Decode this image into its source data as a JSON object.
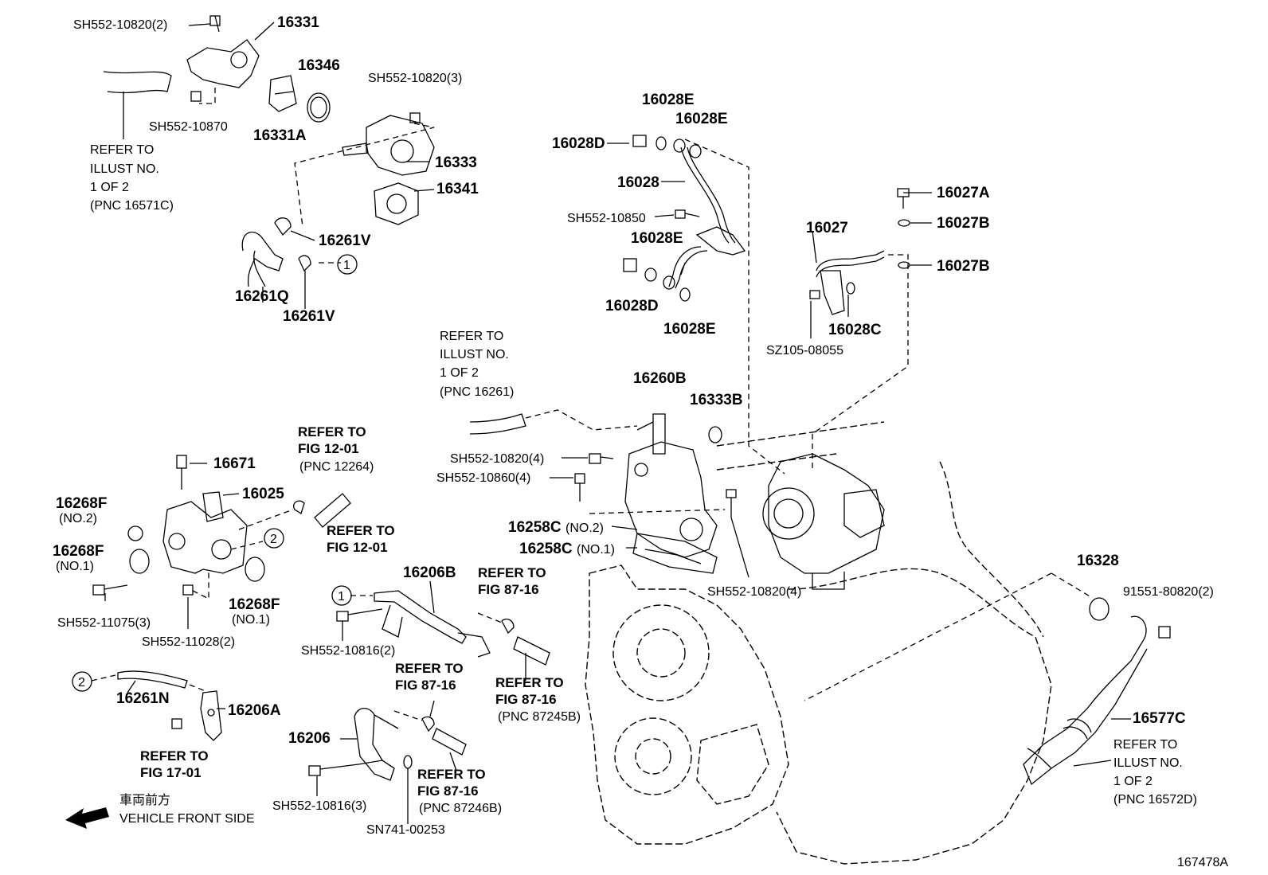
{
  "diagram_id": "167478A",
  "direction": {
    "jp": "車両前方",
    "en": "VEHICLE FRONT SIDE"
  },
  "part_labels": [
    "SH552-10820(2)",
    "16331",
    "16346",
    "SH552-10820(3)",
    "SH552-10870",
    "16331A",
    "16333",
    "16341",
    "16261V",
    "16261Q",
    "16261V",
    "16028E",
    "16028E",
    "16028D",
    "16028",
    "SH552-10850",
    "16028E",
    "16028D",
    "16028E",
    "16027A",
    "16027B",
    "16027",
    "16027B",
    "16028C",
    "SZ105-08055",
    "16260B",
    "16333B",
    "SH552-10820(4)",
    "SH552-10860(4)",
    "16258C",
    "(NO.2)",
    "16258C",
    "(NO.1)",
    "SH552-10820(4)",
    "16328",
    "91551-80820(2)",
    "16577C",
    "16671",
    "16025",
    "16268F",
    "(NO.2)",
    "16268F",
    "(NO.1)",
    "16268F",
    "(NO.1)",
    "SH552-11075(3)",
    "SH552-11028(2)",
    "16206B",
    "SH552-10816(2)",
    "16261N",
    "16206A",
    "16206",
    "SH552-10816(3)",
    "SN741-00253"
  ],
  "refer_notes": [
    [
      "REFER TO",
      "ILLUST NO.",
      "1 OF  2",
      "(PNC 16571C)"
    ],
    [
      "REFER TO",
      "ILLUST NO.",
      "1 OF  2",
      "(PNC 16261)"
    ],
    [
      "REFER TO",
      "FIG 12-01",
      "(PNC 12264)"
    ],
    [
      "REFER TO",
      "FIG 12-01"
    ],
    [
      "REFER TO",
      "FIG 87-16"
    ],
    [
      "REFER TO",
      "FIG 87-16"
    ],
    [
      "REFER TO",
      "FIG 87-16",
      "(PNC 87245B)"
    ],
    [
      "REFER TO",
      "FIG 17-01"
    ],
    [
      "REFER TO",
      "FIG 87-16",
      "(PNC 87246B)"
    ],
    [
      "REFER TO",
      "ILLUST NO.",
      "1 OF  2",
      "(PNC 16572D)"
    ]
  ],
  "callouts": [
    "1",
    "1",
    "2",
    "2"
  ]
}
